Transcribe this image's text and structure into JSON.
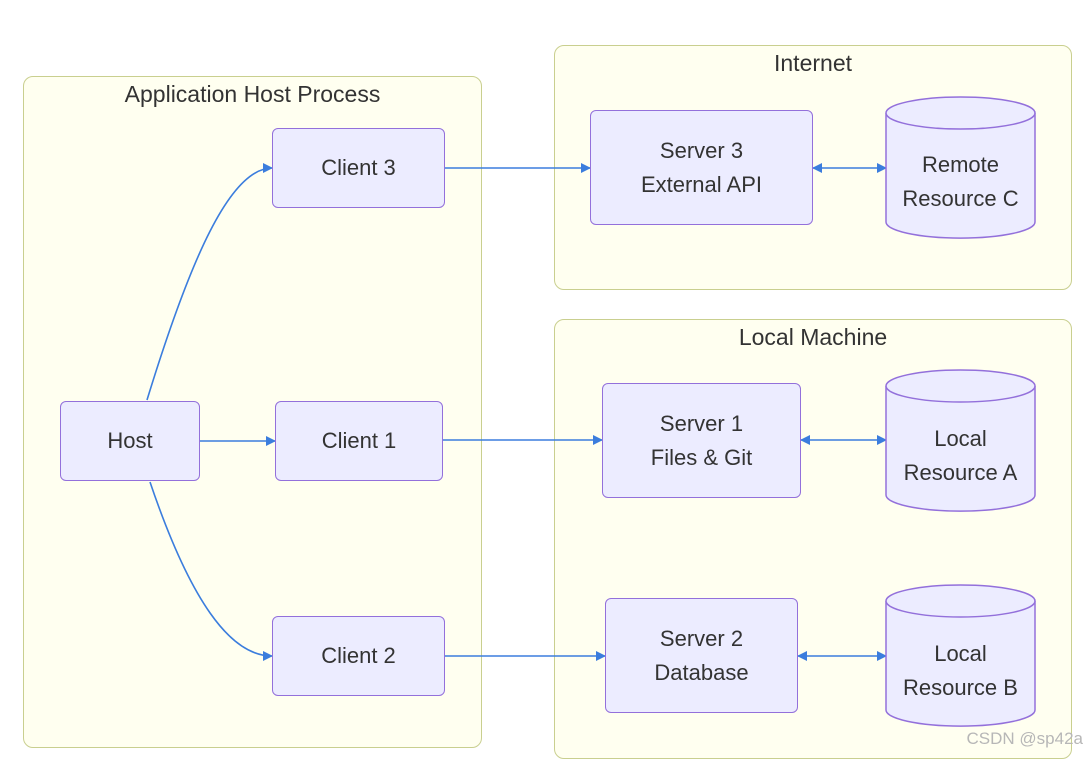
{
  "groups": {
    "host_process": "Application Host Process",
    "internet": "Internet",
    "local_machine": "Local Machine"
  },
  "nodes": {
    "host": "Host",
    "client1": "Client 1",
    "client2": "Client 2",
    "client3": "Client 3",
    "server1": "Server 1\nFiles & Git",
    "server2": "Server 2\nDatabase",
    "server3": "Server 3\nExternal API",
    "resource_a": "Local\nResource A",
    "resource_b": "Local\nResource B",
    "resource_c": "Remote\nResource C"
  },
  "edges": [
    {
      "from": "host",
      "to": "client1",
      "direction": "one-way"
    },
    {
      "from": "host",
      "to": "client2",
      "direction": "one-way"
    },
    {
      "from": "host",
      "to": "client3",
      "direction": "one-way"
    },
    {
      "from": "client1",
      "to": "server1",
      "direction": "one-way"
    },
    {
      "from": "client2",
      "to": "server2",
      "direction": "one-way"
    },
    {
      "from": "client3",
      "to": "server3",
      "direction": "one-way"
    },
    {
      "from": "server1",
      "to": "resource_a",
      "direction": "two-way"
    },
    {
      "from": "server2",
      "to": "resource_b",
      "direction": "two-way"
    },
    {
      "from": "server3",
      "to": "resource_c",
      "direction": "two-way"
    }
  ],
  "colors": {
    "group_fill": "#fffff0",
    "group_border": "#c9cf8f",
    "node_fill": "#ececff",
    "node_border": "#9370db",
    "edge": "#3b7ddd"
  },
  "watermark": "CSDN @sp42a"
}
